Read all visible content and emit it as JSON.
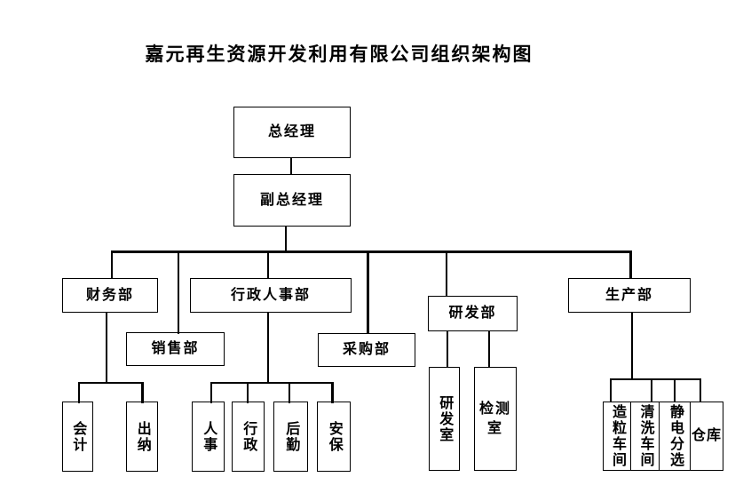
{
  "title": "嘉元再生资源开发利用有限公司组织架构图",
  "colors": {
    "line": "#000000",
    "background": "#ffffff",
    "text": "#000000"
  },
  "nodes": {
    "general_manager": "总经理",
    "deputy_general_manager": "副总经理",
    "finance_dept": "财务部",
    "sales_dept": "销售部",
    "admin_hr_dept": "行政人事部",
    "purchasing_dept": "采购部",
    "rnd_dept": "研发部",
    "production_dept": "生产部",
    "accounting": "会计",
    "cashier": "出纳",
    "hr": "人事",
    "admin": "行政",
    "logistics": "后勤",
    "security": "安保",
    "rnd_room": "研发室",
    "testing_room": "检测室",
    "granulation_workshop": "造粒车间",
    "cleaning_workshop": "清洗车间",
    "electrostatic_separation": "静电分选",
    "warehouse": "仓库"
  },
  "edges": [
    {
      "from": "general_manager",
      "to": "deputy_general_manager"
    },
    {
      "from": "deputy_general_manager",
      "to": "finance_dept"
    },
    {
      "from": "deputy_general_manager",
      "to": "sales_dept"
    },
    {
      "from": "deputy_general_manager",
      "to": "admin_hr_dept"
    },
    {
      "from": "deputy_general_manager",
      "to": "purchasing_dept"
    },
    {
      "from": "deputy_general_manager",
      "to": "rnd_dept"
    },
    {
      "from": "deputy_general_manager",
      "to": "production_dept"
    },
    {
      "from": "finance_dept",
      "to": "accounting"
    },
    {
      "from": "finance_dept",
      "to": "cashier"
    },
    {
      "from": "admin_hr_dept",
      "to": "hr"
    },
    {
      "from": "admin_hr_dept",
      "to": "admin"
    },
    {
      "from": "admin_hr_dept",
      "to": "logistics"
    },
    {
      "from": "admin_hr_dept",
      "to": "security"
    },
    {
      "from": "rnd_dept",
      "to": "rnd_room"
    },
    {
      "from": "rnd_dept",
      "to": "testing_room"
    },
    {
      "from": "production_dept",
      "to": "granulation_workshop"
    },
    {
      "from": "production_dept",
      "to": "cleaning_workshop"
    },
    {
      "from": "production_dept",
      "to": "electrostatic_separation"
    },
    {
      "from": "production_dept",
      "to": "warehouse"
    }
  ]
}
